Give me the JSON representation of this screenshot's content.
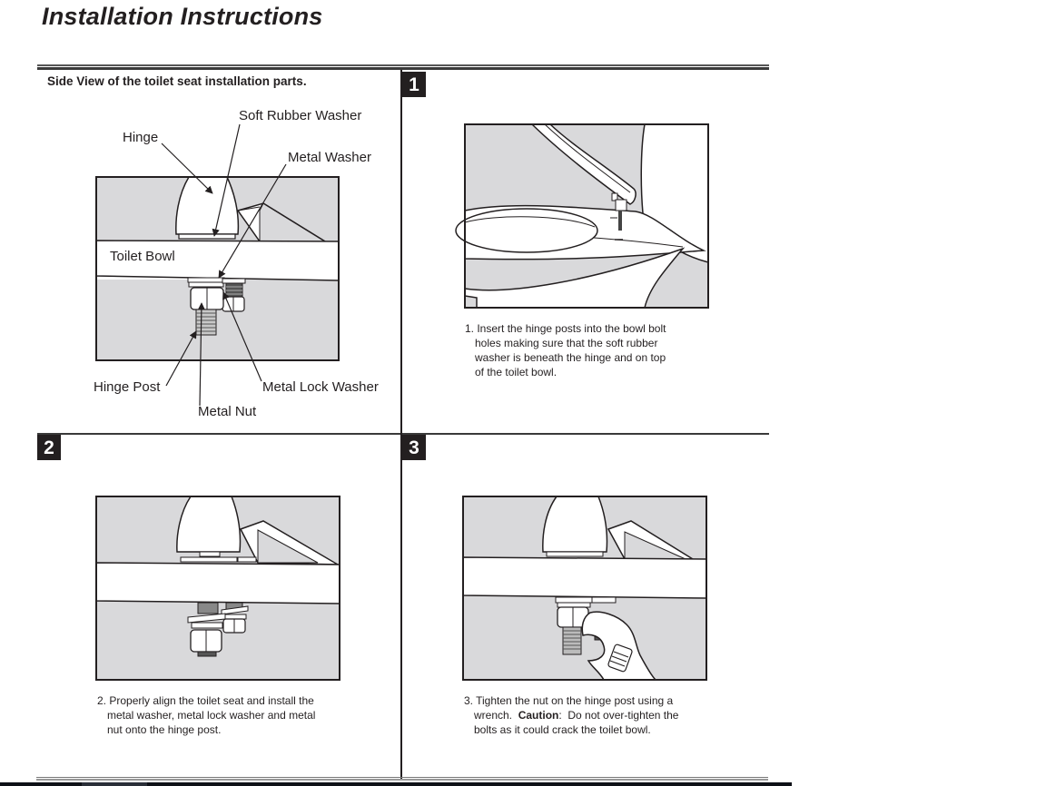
{
  "page": {
    "title": "Installation Instructions"
  },
  "side_view": {
    "heading": "Side View of the toilet seat installation parts.",
    "labels": {
      "hinge": "Hinge",
      "soft_rubber_washer": "Soft Rubber Washer",
      "metal_washer": "Metal Washer",
      "toilet_bowl": "Toilet Bowl",
      "hinge_post": "Hinge Post",
      "metal_lock_washer": "Metal Lock Washer",
      "metal_nut": "Metal Nut"
    }
  },
  "steps": [
    {
      "number": "1",
      "lines": [
        "1. Insert the hinge posts into the bowl bolt",
        "holes making sure that the soft rubber",
        "washer is beneath the hinge and on top",
        "of the toilet bowl."
      ]
    },
    {
      "number": "2",
      "lines": [
        "2. Properly align the toilet seat and install the",
        "metal washer, metal lock washer and metal",
        "nut onto the hinge post."
      ]
    },
    {
      "number": "3",
      "line1": "3. Tighten the nut on the hinge post using a",
      "line2_pre": "wrench.  ",
      "line2_bold": "Caution",
      "line2_post": ":  Do not over-tighten the",
      "line3": "bolts as it could crack the toilet bowl."
    }
  ],
  "colors": {
    "ink": "#231f20",
    "wall_gray": "#d9d9db",
    "badge_bg": "#231f20"
  }
}
